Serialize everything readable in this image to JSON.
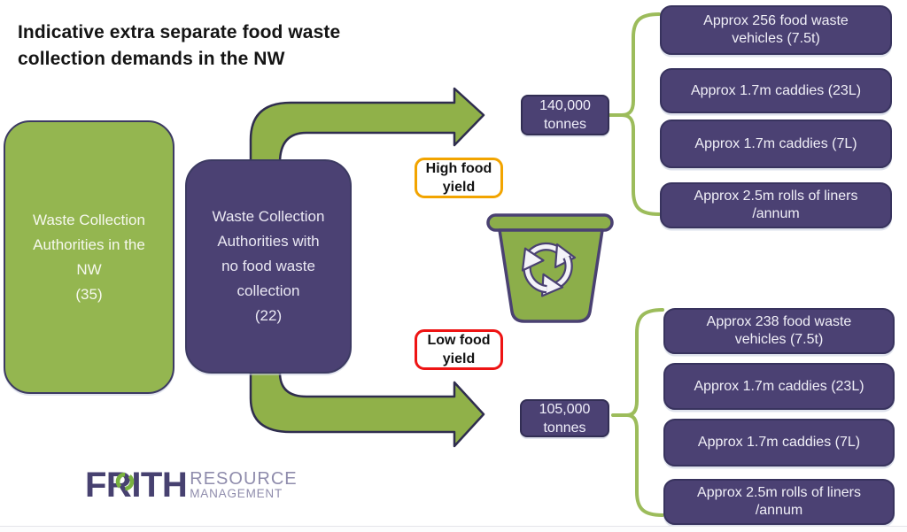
{
  "title": "Indicative extra separate food waste\ncollection demands in the NW",
  "left_flow": {
    "wca_nw": "Waste Collection\nAuthorities in the\nNW\n(35)",
    "wca_no_food": "Waste Collection\nAuthorities with\nno food waste\ncollection\n(22)"
  },
  "center": {
    "high_yield_label": "High food\nyield",
    "low_yield_label": "Low food\nyield",
    "bin_icon": "recycle-bin-icon"
  },
  "high_branch": {
    "tonnes": "140,000\ntonnes",
    "items": [
      "Approx 256 food waste\nvehicles (7.5t)",
      "Approx 1.7m caddies (23L)",
      "Approx 1.7m caddies (7L)",
      "Approx 2.5m rolls of liners\n/annum"
    ]
  },
  "low_branch": {
    "tonnes": "105,000\ntonnes",
    "items": [
      "Approx 238 food waste\nvehicles (7.5t)",
      "Approx 1.7m caddies (23L)",
      "Approx 1.7m caddies (7L)",
      "Approx 2.5m rolls of liners\n/annum"
    ]
  },
  "logo": {
    "name": "FRITH",
    "line1": "RESOURCE",
    "line2": "MANAGEMENT"
  },
  "colors": {
    "green_box": "#94b650",
    "green_arrow": "#90b149",
    "green_bracket": "#9cbc5b",
    "green_bin": "#8cae4a",
    "purple_box": "#4b4173",
    "purple_outline": "#38335e",
    "high_yield_border": "#f2a400",
    "low_yield_border": "#ee1414",
    "logo_purple": "#474170",
    "logo_gray": "#8f8cac"
  }
}
